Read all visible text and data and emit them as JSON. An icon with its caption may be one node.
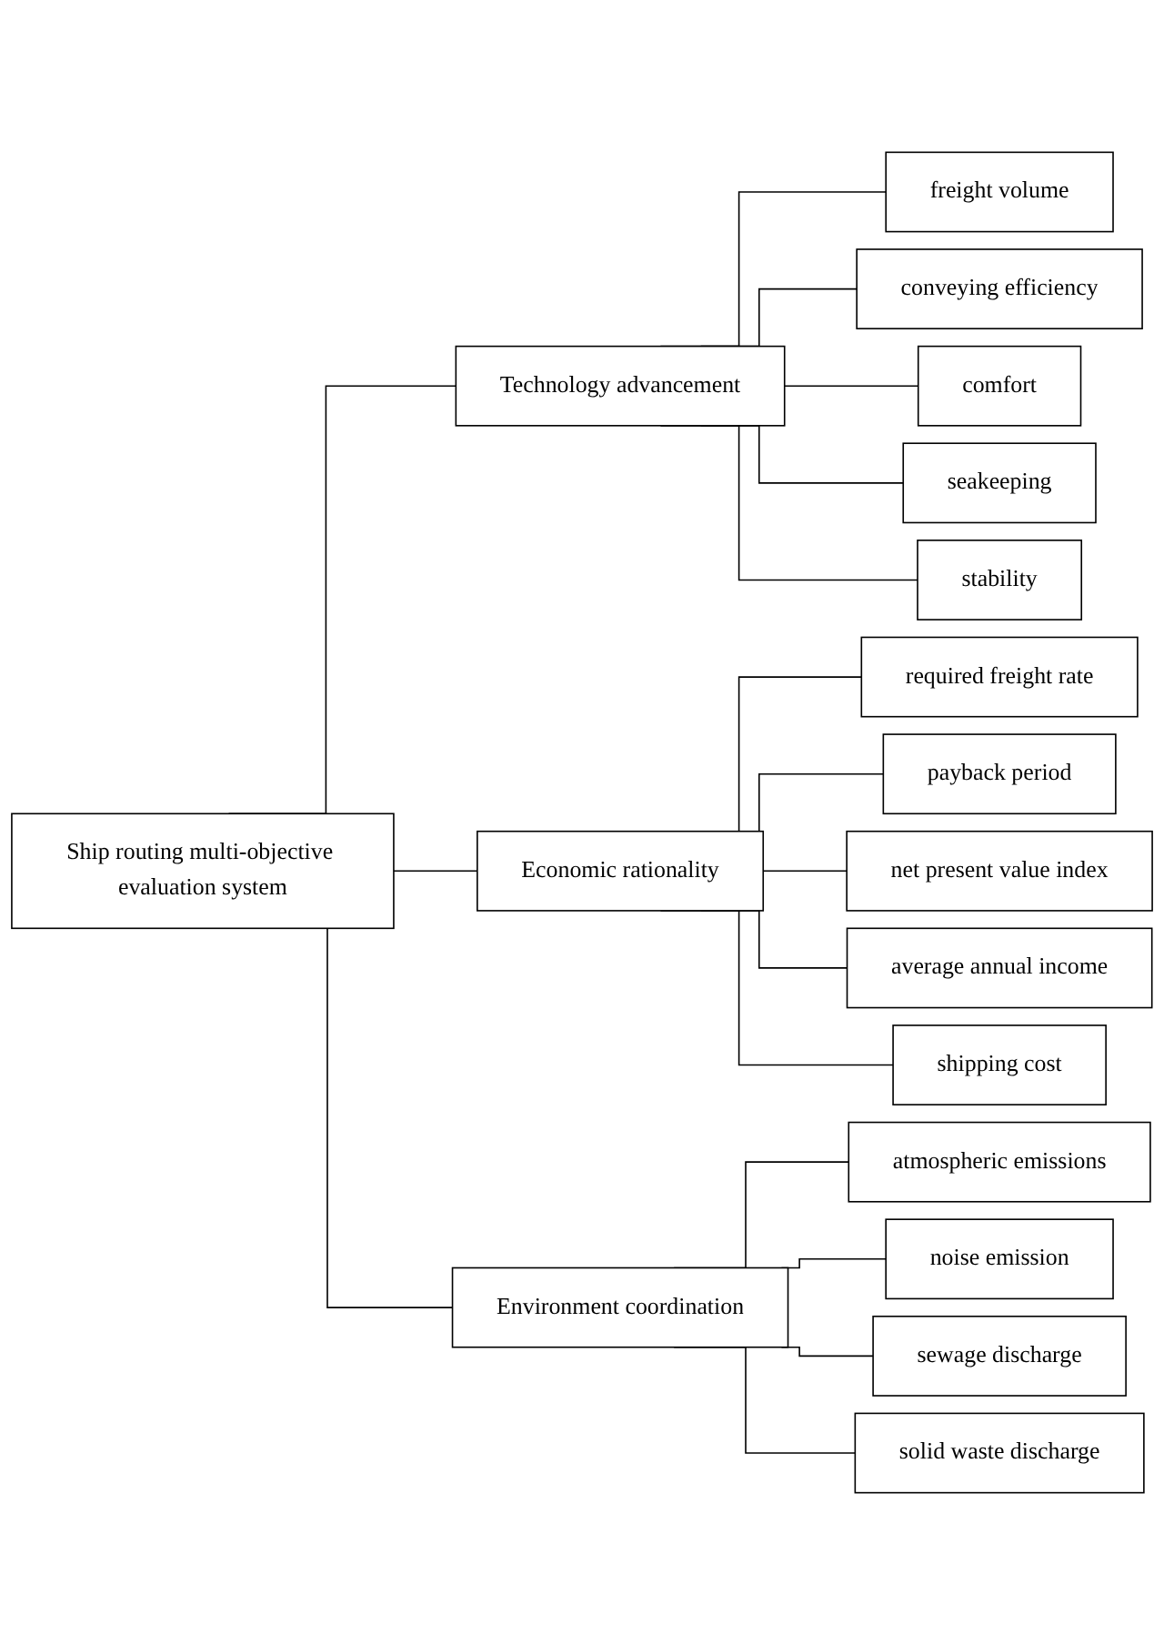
{
  "diagram": {
    "nodes": [
      {
        "text": [
          "Ship routing multi-objective evaluation system"
        ]
      },
      {
        "text": [
          "Technology advancement"
        ]
      },
      {
        "text": [
          "freight volume"
        ]
      },
      {
        "text": [
          "conveying efficiency"
        ]
      },
      {
        "text": [
          "comfort"
        ]
      },
      {
        "text": [
          "seakeeping"
        ]
      },
      {
        "text": [
          "stability"
        ]
      },
      {
        "text": [
          "Economic rationality"
        ]
      },
      {
        "text": [
          "required freight rate"
        ]
      },
      {
        "text": [
          "payback period"
        ]
      },
      {
        "text": [
          "net present value index"
        ]
      },
      {
        "text": [
          "average annual income"
        ]
      },
      {
        "text": [
          "shipping cost"
        ]
      },
      {
        "text": [
          "Environment coordination"
        ]
      },
      {
        "text": [
          "atmospheric emissions"
        ]
      },
      {
        "text": [
          "noise emission"
        ]
      },
      {
        "text": [
          "sewage discharge"
        ]
      },
      {
        "text": [
          "solid waste discharge"
        ]
      }
    ],
    "edges": [
      {
        "from": 0,
        "to": 1,
        "arrow": "none"
      },
      {
        "from": 0,
        "to": 7,
        "arrow": "none"
      },
      {
        "from": 0,
        "to": 13,
        "arrow": "none"
      },
      {
        "from": 1,
        "to": 2,
        "arrow": "none"
      },
      {
        "from": 1,
        "to": 3,
        "arrow": "none"
      },
      {
        "from": 1,
        "to": 4,
        "arrow": "none"
      },
      {
        "from": 1,
        "to": 5,
        "arrow": "none"
      },
      {
        "from": 1,
        "to": 6,
        "arrow": "none"
      },
      {
        "from": 7,
        "to": 8,
        "arrow": "none"
      },
      {
        "from": 7,
        "to": 9,
        "arrow": "none"
      },
      {
        "from": 7,
        "to": 10,
        "arrow": "none"
      },
      {
        "from": 7,
        "to": 11,
        "arrow": "none"
      },
      {
        "from": 7,
        "to": 12,
        "arrow": "none"
      },
      {
        "from": 13,
        "to": 14,
        "arrow": "none"
      },
      {
        "from": 13,
        "to": 15,
        "arrow": "none"
      },
      {
        "from": 13,
        "to": 16,
        "arrow": "none"
      },
      {
        "from": 13,
        "to": 17,
        "arrow": "none"
      }
    ]
  }
}
